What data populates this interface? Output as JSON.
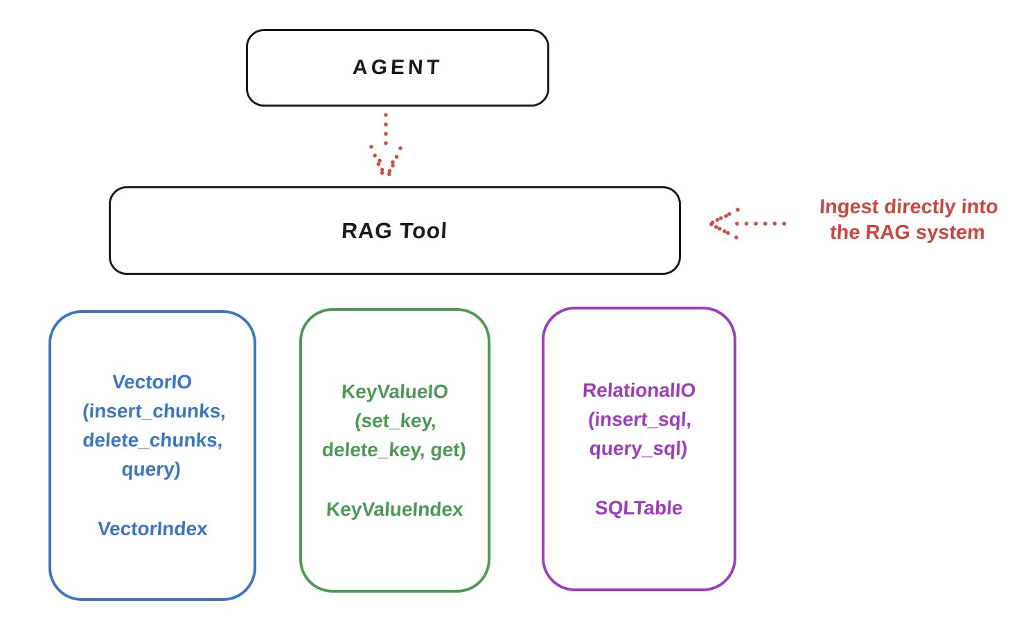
{
  "diagram": {
    "agent_box": {
      "label": "AGENT",
      "stroke": "#1b1b1f"
    },
    "rag_tool_box": {
      "label": "RAG Tool",
      "stroke": "#1b1b1f"
    },
    "agent_to_rag_arrow": {
      "icon": "dotted-arrow-down",
      "color": "#d5493f"
    },
    "annotation": {
      "text": "Ingest directly into\nthe RAG system",
      "color": "#cc473d",
      "arrow_icon": "dotted-arrow-left",
      "arrow_color": "#d5493f"
    },
    "storage_boxes": [
      {
        "title": "VectorIO",
        "methods": "(insert_chunks,\ndelete_chunks,\nquery)",
        "index_label": "VectorIndex",
        "color": "#3b76c5"
      },
      {
        "title": "KeyValueIO",
        "methods": "(set_key,\ndelete_key, get)",
        "index_label": "KeyValueIndex",
        "color": "#4a9a52"
      },
      {
        "title": "RelationalIO",
        "methods": "(insert_sql,\nquery_sql)",
        "index_label": "SQLTable",
        "color": "#9e3cc0"
      }
    ]
  }
}
